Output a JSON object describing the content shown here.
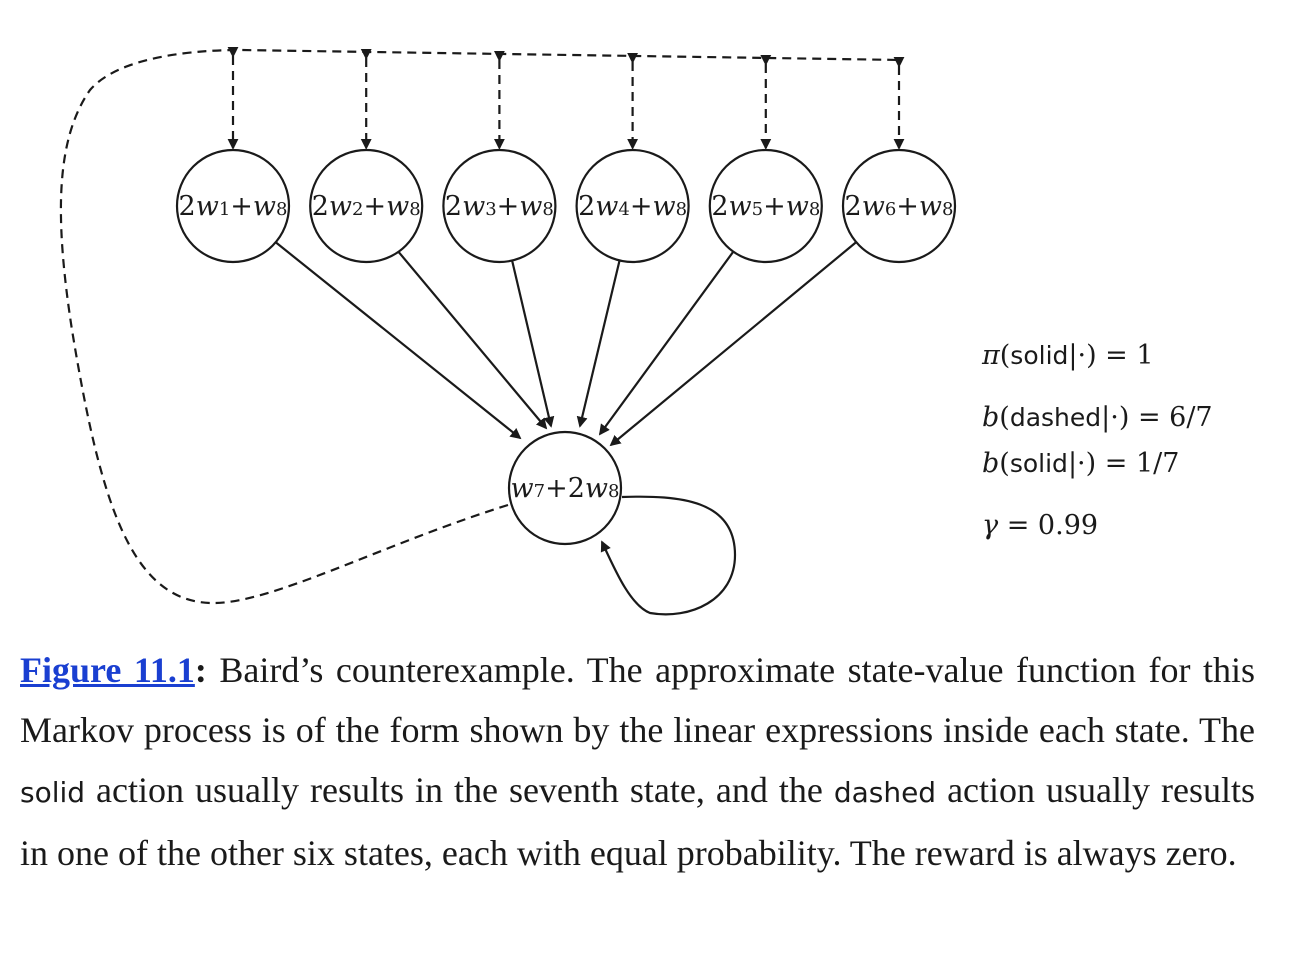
{
  "nodes": [
    {
      "coef": "2",
      "var": "w",
      "sub": "1",
      "plus": "+",
      "var2": "w",
      "sub2": "8"
    },
    {
      "coef": "2",
      "var": "w",
      "sub": "2",
      "plus": "+",
      "var2": "w",
      "sub2": "8"
    },
    {
      "coef": "2",
      "var": "w",
      "sub": "3",
      "plus": "+",
      "var2": "w",
      "sub2": "8"
    },
    {
      "coef": "2",
      "var": "w",
      "sub": "4",
      "plus": "+",
      "var2": "w",
      "sub2": "8"
    },
    {
      "coef": "2",
      "var": "w",
      "sub": "5",
      "plus": "+",
      "var2": "w",
      "sub2": "8"
    },
    {
      "coef": "2",
      "var": "w",
      "sub": "6",
      "plus": "+",
      "var2": "w",
      "sub2": "8"
    }
  ],
  "center_node": {
    "var": "w",
    "sub": "7",
    "plus": "+",
    "coef": "2",
    "var2": "w",
    "sub2": "8"
  },
  "params": {
    "pi_solid": {
      "sym": "π",
      "word": "solid",
      "rest": "|·) = 1"
    },
    "b_dashed": {
      "sym": "b",
      "word": "dashed",
      "rest": "|·) = 6/7"
    },
    "b_solid": {
      "sym": "b",
      "word": "solid",
      "rest": "|·) = 1/7"
    },
    "gamma": {
      "sym": "γ",
      "rest": " = 0.99"
    }
  },
  "caption": {
    "figure_ref": "Figure 11.1",
    "colon": ":",
    "part1": " Baird’s counterexample. The approximate state-value function for this Markov process is of the form shown by the linear expressions inside each state. The ",
    "action_solid": "solid",
    "part2": " action usually results in the seventh state, and the ",
    "action_dashed": "dashed",
    "part3": " action usually results in one of the other six states, each with equal probability. The reward is always zero."
  }
}
